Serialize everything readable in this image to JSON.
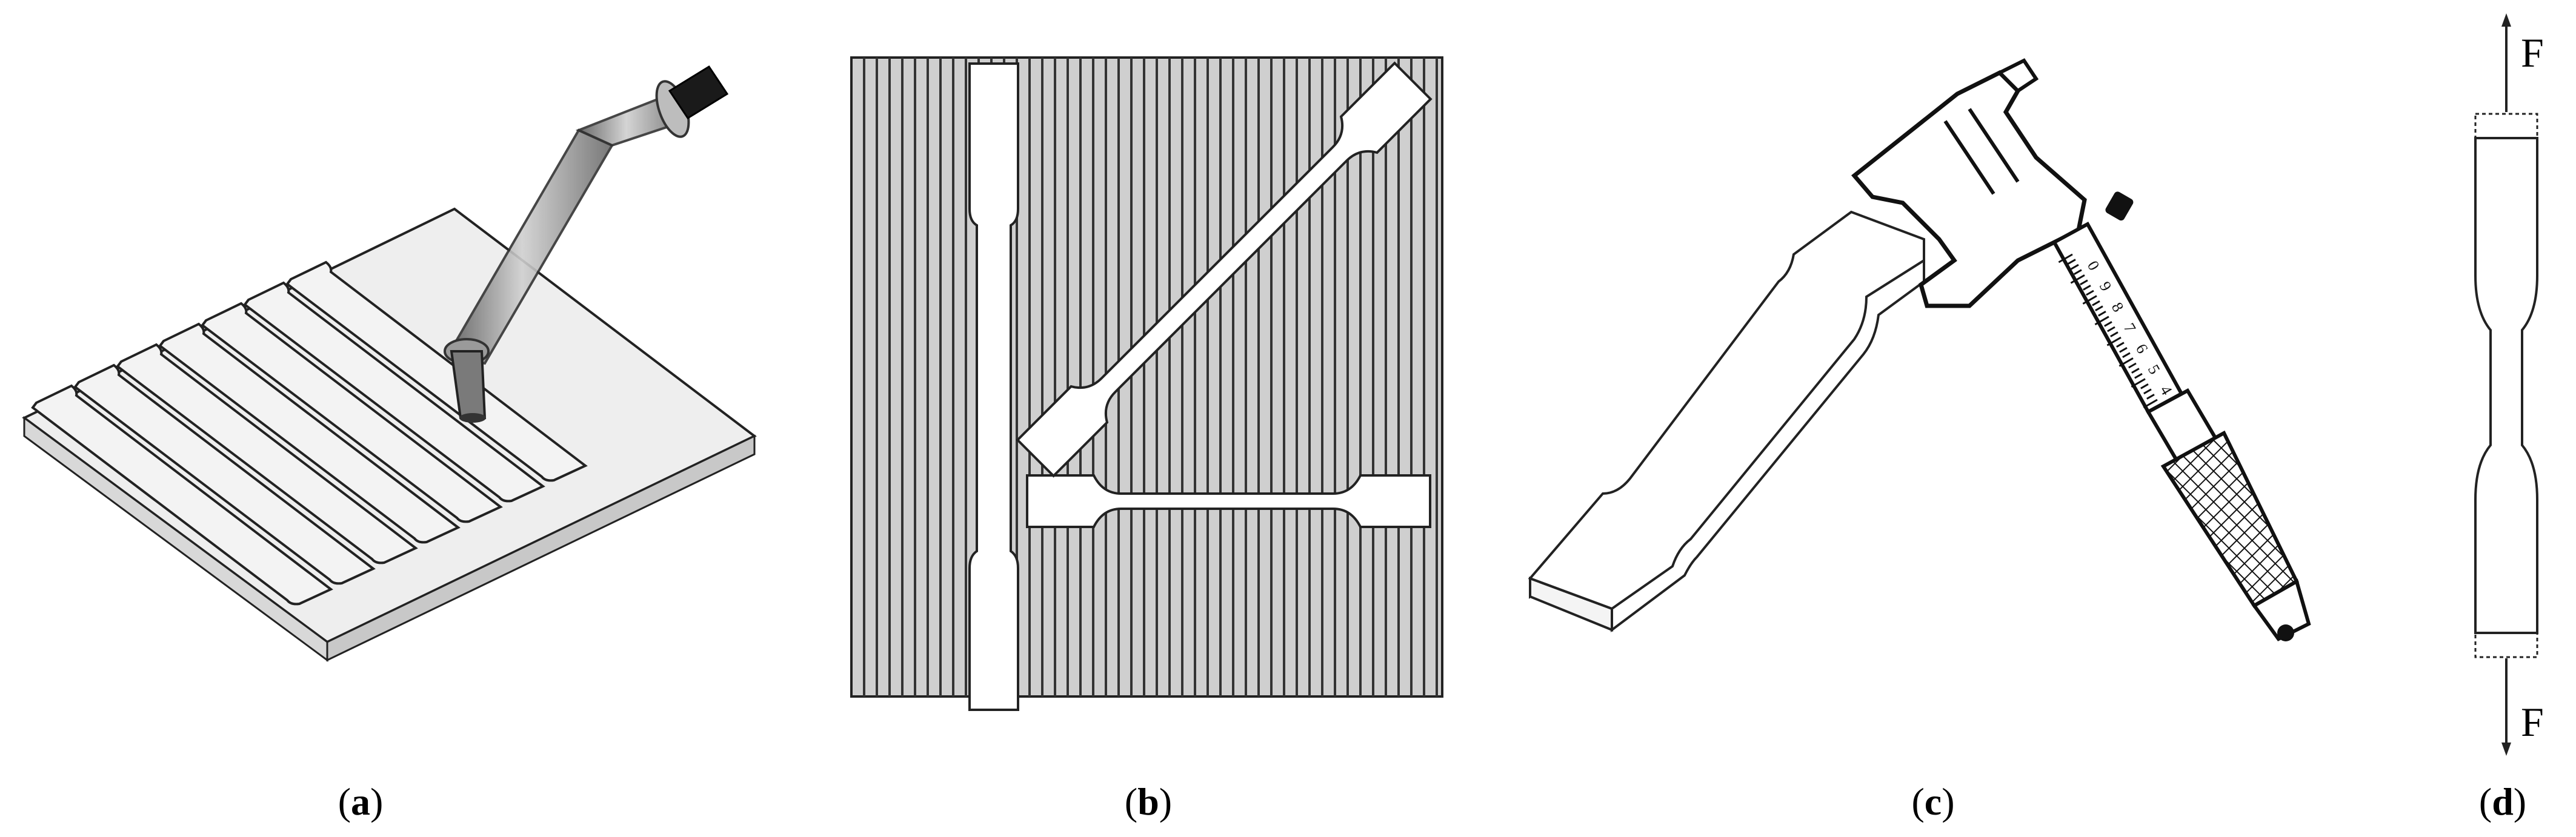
{
  "panels": [
    {
      "id": "a",
      "caption_open": "(",
      "caption_letter": "a",
      "caption_close": ")"
    },
    {
      "id": "b",
      "caption_open": "(",
      "caption_letter": "b",
      "caption_close": ")"
    },
    {
      "id": "c",
      "caption_open": "(",
      "caption_letter": "c",
      "caption_close": ")"
    },
    {
      "id": "d",
      "caption_open": "(",
      "caption_letter": "d",
      "caption_close": ")"
    }
  ],
  "panel_d": {
    "force_top": "F",
    "force_bottom": "F"
  },
  "micrometer_scale": [
    "0",
    "9",
    "8",
    "7",
    "6",
    "5",
    "4"
  ]
}
